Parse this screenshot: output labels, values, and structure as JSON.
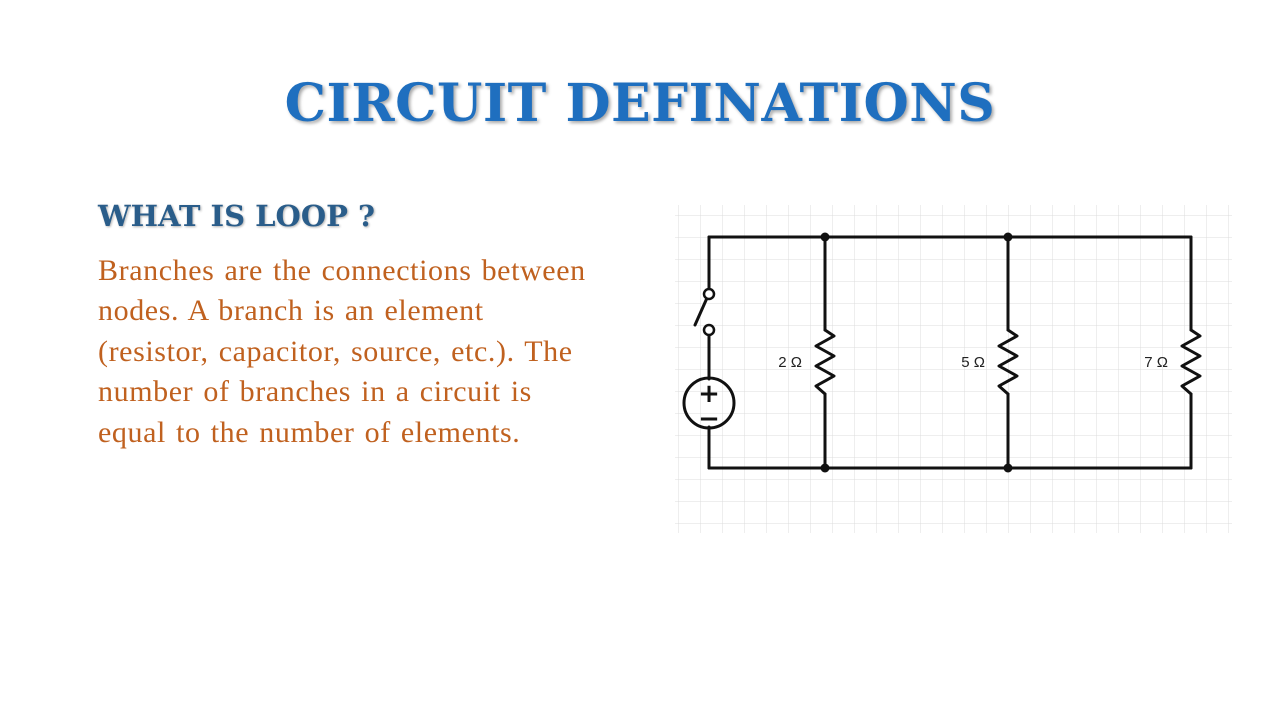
{
  "slide": {
    "title": "CIRCUIT DEFINATIONS",
    "subheading": "WHAT IS LOOP ?",
    "body": "Branches are the connections between nodes. A branch is an element (resistor, capacitor, source, etc.). The number of branches in a circuit is equal to the number of elements."
  },
  "diagram": {
    "source_symbols": {
      "plus": "+",
      "minus": "−"
    },
    "resistors": [
      {
        "label": "2 Ω"
      },
      {
        "label": "5 Ω"
      },
      {
        "label": "7 Ω"
      }
    ]
  },
  "colors": {
    "title": "#1f6fbf",
    "subheading": "#2a5d8a",
    "body": "#c0611f",
    "grid": "#dcdcdc",
    "wire": "#111111"
  }
}
